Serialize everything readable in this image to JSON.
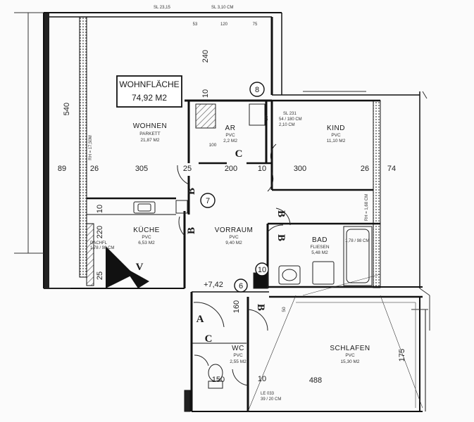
{
  "plan": {
    "area_box": {
      "line1": "WOHNFLÄCHE",
      "line2": "74,92 M2"
    },
    "rooms": {
      "wohnen": {
        "name": "WOHNEN",
        "floor": "PARKETT",
        "area": "21,87 M2"
      },
      "ar": {
        "name": "AR",
        "floor": "PVC",
        "area": "2,2 M2"
      },
      "kind": {
        "name": "KIND",
        "floor": "PVC",
        "area": "11,10 M2"
      },
      "kueche": {
        "name": "KÜCHE",
        "floor": "PVC",
        "area": "6,53 M2"
      },
      "vorraum": {
        "name": "VORRAUM",
        "floor": "PVC",
        "area": "9,40 M2"
      },
      "bad": {
        "name": "BAD",
        "floor": "FLIESEN",
        "area": "5,48 M2"
      },
      "wc": {
        "name": "WC",
        "floor": "PVC",
        "area": "2,55 M2"
      },
      "schlafen": {
        "name": "SCHLAFEN",
        "floor": "PVC",
        "area": "15,30 M2"
      }
    },
    "dimensions": {
      "d240": "240",
      "d540": "540",
      "d89": "89",
      "d26a": "26",
      "d305": "305",
      "d25": "25",
      "d200": "200",
      "d10a": "10",
      "d300": "300",
      "d26b": "26",
      "d74": "74",
      "d220": "220",
      "d10b": "10",
      "d160": "160",
      "d488": "488",
      "d175": "175",
      "d10c": "10",
      "d150": "150",
      "d100": "100",
      "d53": "53",
      "d120": "120",
      "d75": "75",
      "d10d": "10",
      "d25b": "25",
      "elev": "+7,42",
      "d50": "50",
      "d10e": "10"
    },
    "annotations": {
      "rh_left": "RH = 17,50M",
      "rh_right": "RH = 1,68 CM",
      "sl_kind": "SL 231",
      "sl_kind2": "54 / 180 CM",
      "sl_kind3": "2,10 CM",
      "dachfl": "DACHFL",
      "dachfl2": "1,78 / 98 CM",
      "dachfl_bad": "1,78 / 98 CM",
      "le": "LE 033",
      "le2": "39 / 20 CM",
      "top_dim": "SL 23,15",
      "top_dim2": "SL 3,10 CM"
    },
    "markers": {
      "m6": "6",
      "m7": "7",
      "m8": "8",
      "m10": "10"
    },
    "symbols": {
      "b": "B",
      "c": "C",
      "a": "A",
      "v": "V"
    }
  }
}
